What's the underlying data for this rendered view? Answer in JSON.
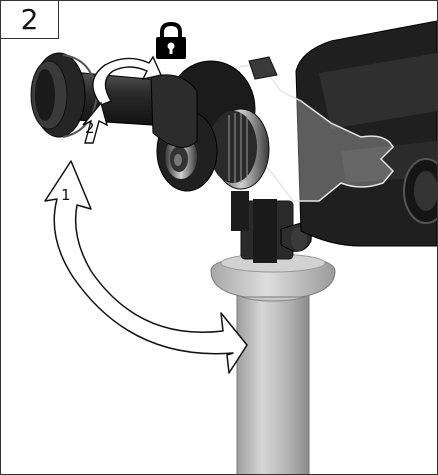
{
  "step_number": "2",
  "arrow_labels": {
    "first": "1",
    "second": "2"
  },
  "icons": {
    "lock": "lock-icon"
  },
  "colors": {
    "line": "#111111",
    "stand": "#bdbdbd",
    "body": "#1e1e1e"
  }
}
